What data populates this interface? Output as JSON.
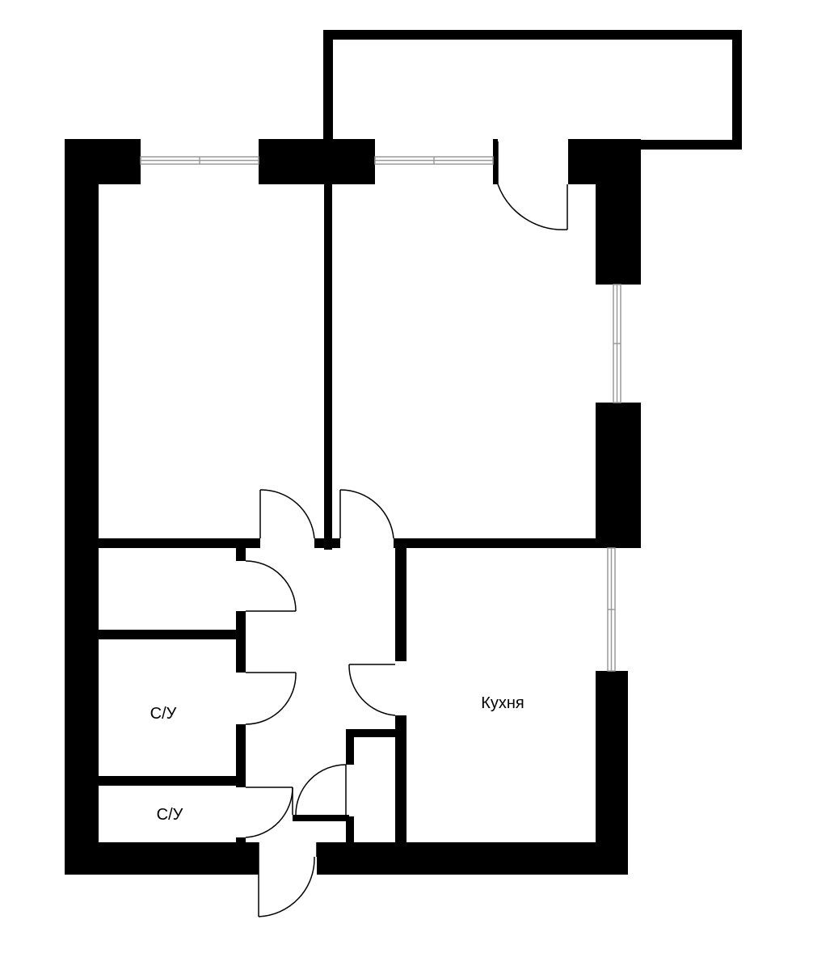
{
  "plan": {
    "rooms": [
      {
        "id": "bathroom-1",
        "label": "С/У"
      },
      {
        "id": "bathroom-2",
        "label": "С/У"
      },
      {
        "id": "kitchen",
        "label": "Кухня"
      }
    ],
    "colors": {
      "wall": "#000000",
      "background": "#ffffff",
      "window_glass": "#9a9a9a",
      "door_swing": "#000000"
    }
  }
}
